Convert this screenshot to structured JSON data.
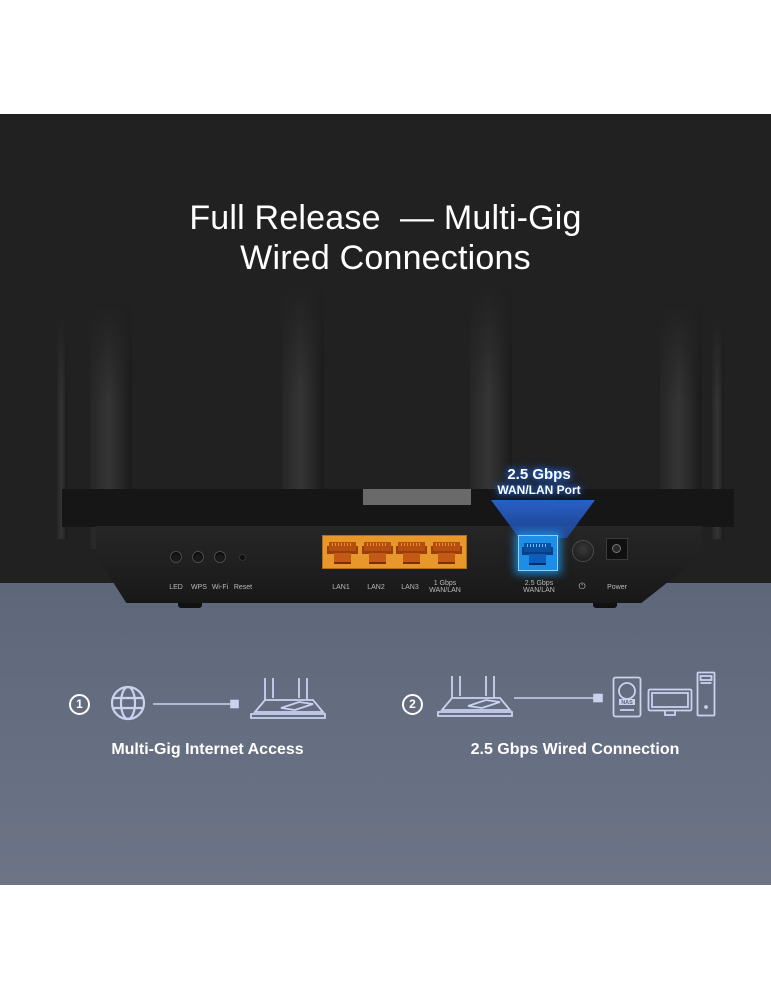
{
  "headline": {
    "line1": "Full Release  — Multi-Gig",
    "line2": "Wired Connections"
  },
  "callout": {
    "line1": "2.5 Gbps",
    "line2": "WAN/LAN Port",
    "color": "#2d6ee6"
  },
  "router_panel": {
    "buttons": [
      {
        "label": "LED"
      },
      {
        "label": "WPS"
      },
      {
        "label": "Wi-Fi"
      },
      {
        "label": "Reset"
      }
    ],
    "lan_ports": [
      {
        "label": "LAN1"
      },
      {
        "label": "LAN2"
      },
      {
        "label": "LAN3"
      },
      {
        "label_line1": "1 Gbps",
        "label_line2": "WAN/LAN"
      }
    ],
    "wan_port": {
      "label_line1": "2.5 Gbps",
      "label_line2": "WAN/LAN"
    },
    "power_button_label": "⏻",
    "power_jack_label": "Power",
    "lan_color": "#e8982b",
    "wan_color": "#1d8ee6"
  },
  "features": [
    {
      "number": "1",
      "caption": "Multi-Gig Internet Access",
      "icons": [
        "globe-icon",
        "cable-icon",
        "router-icon"
      ]
    },
    {
      "number": "2",
      "caption": "2.5 Gbps Wired Connection",
      "icons": [
        "router-icon",
        "cable-icon",
        "nas-icon",
        "monitor-icon",
        "desktop-tower-icon"
      ],
      "nas_label": "NAS"
    }
  ]
}
